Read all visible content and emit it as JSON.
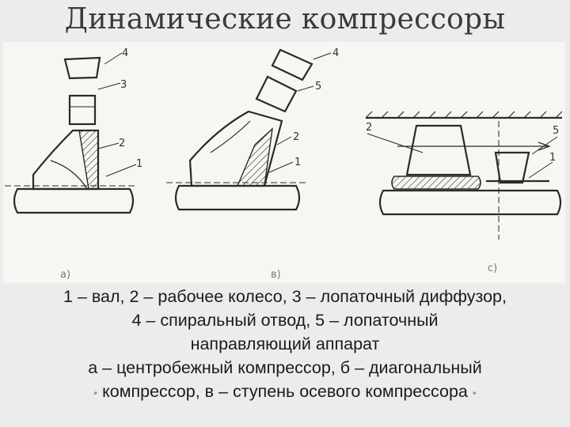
{
  "title": "Динамические компрессоры",
  "figure": {
    "a": {
      "labels": [
        "4",
        "3",
        "2",
        "1"
      ],
      "caption": "а)"
    },
    "b": {
      "labels": [
        "4",
        "5",
        "2",
        "1"
      ],
      "caption": "в)"
    },
    "c": {
      "labels": [
        "2",
        "5",
        "1"
      ],
      "caption": "с)"
    }
  },
  "caption_lines": [
    "1 – вал, 2 – рабочее колесо, 3 – лопаточный диффузор,",
    "4 – спиральный отвод, 5 – лопаточный",
    "направляющий аппарат",
    "а – центробежный компрессор, б – диагональный",
    "компрессор, в – ступень осевого компрессора"
  ],
  "bullet_glyph": "•",
  "colors": {
    "ink": "#2a2a2a",
    "bullet": "#7aa0b8",
    "paper": "#f6f6f3",
    "background": "#ececec"
  }
}
